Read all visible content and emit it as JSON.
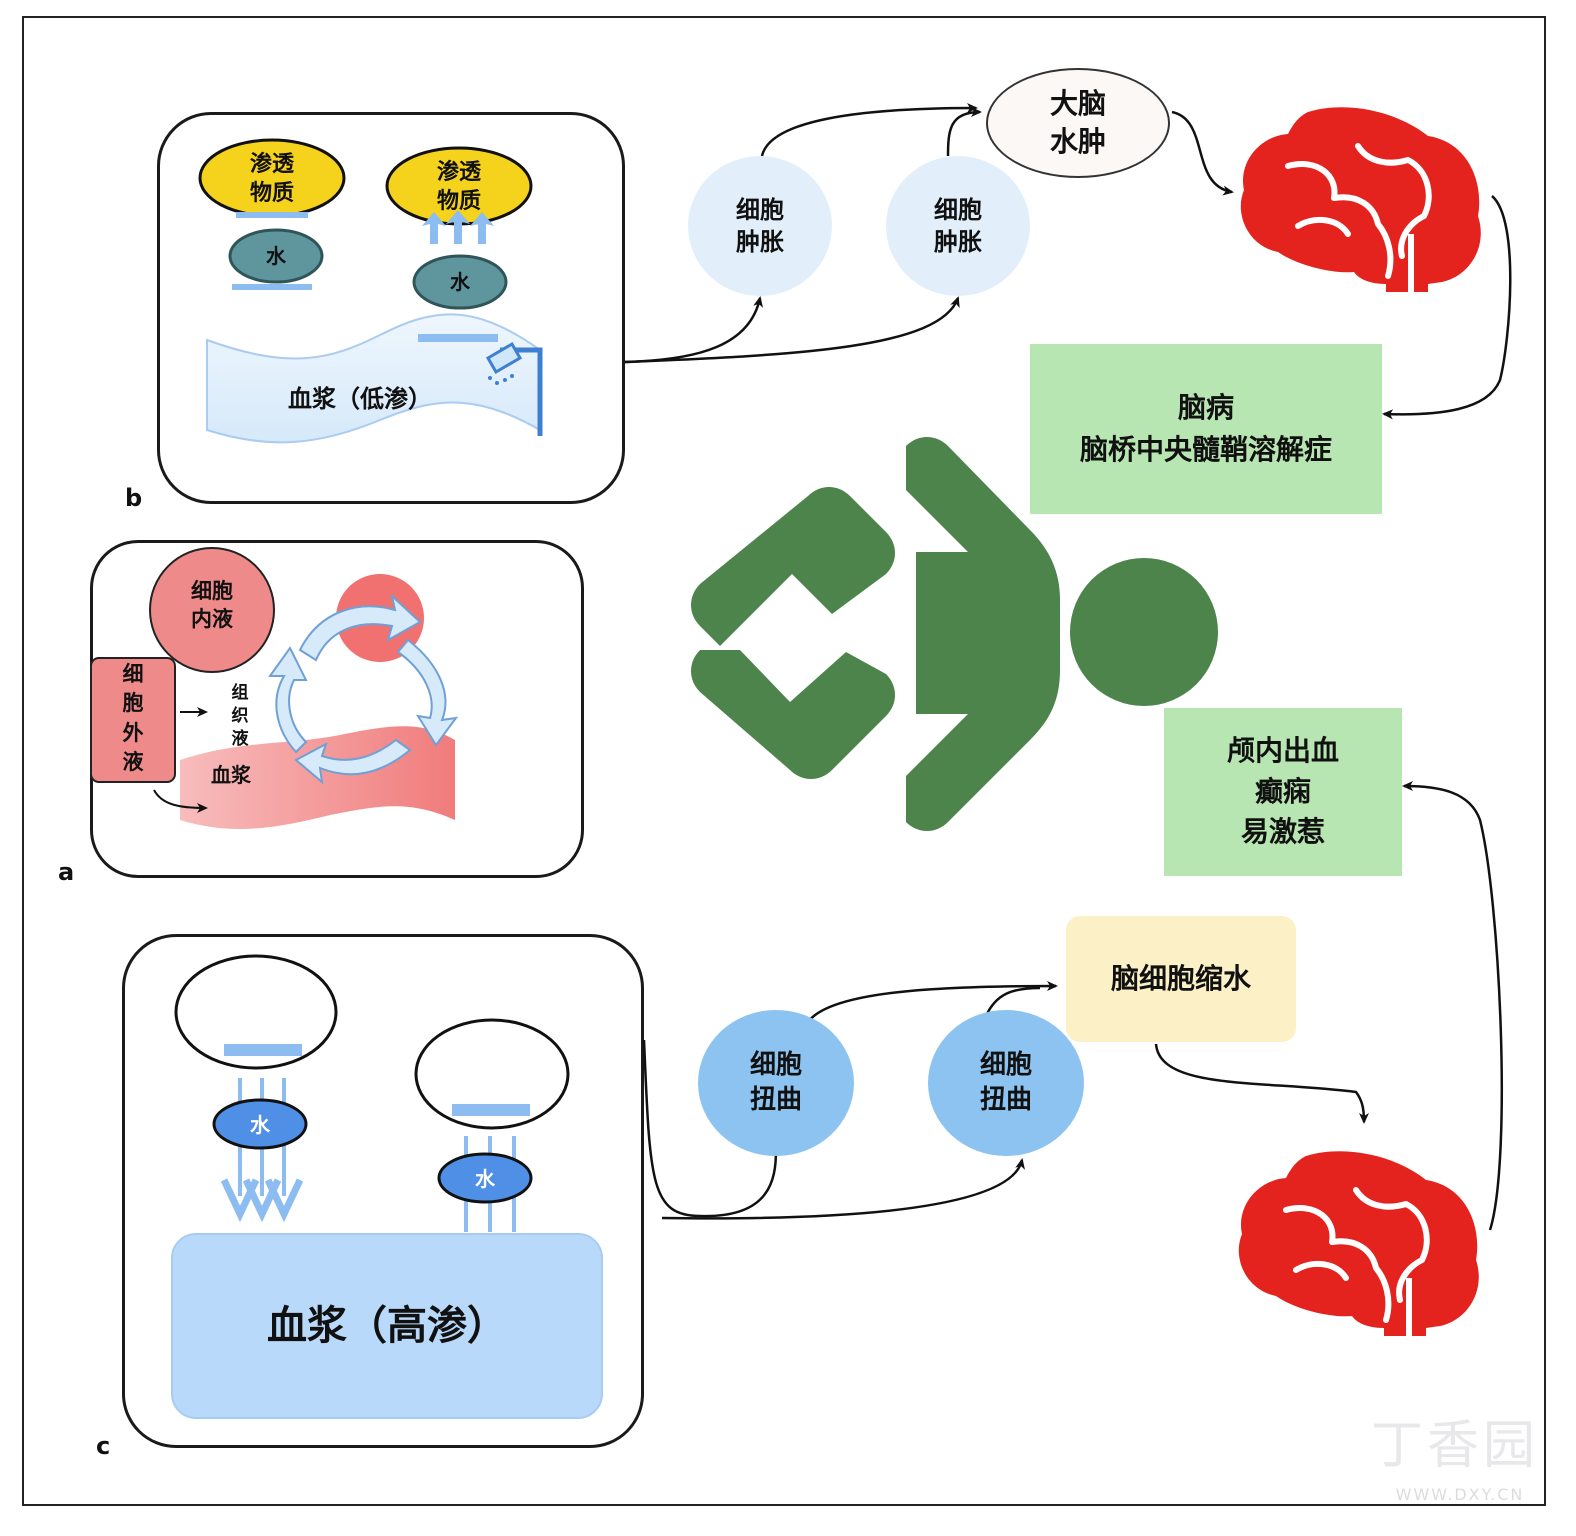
{
  "panel_b": {
    "label": "b",
    "osmotic_1": "渗透\n物质",
    "osmotic_2": "渗透\n物质",
    "water_1": "水",
    "water_2": "水",
    "plasma": "血浆（低渗）"
  },
  "panel_a": {
    "label": "a",
    "intracellular": "细胞\n内液",
    "extracellular": "细\n胞\n外\n液",
    "interstitial": "组\n织\n液",
    "plasma": "血浆"
  },
  "panel_c": {
    "label": "c",
    "water_1": "水",
    "water_2": "水",
    "plasma": "血浆（高渗）"
  },
  "flow_top": {
    "swelling_1": "细胞\n肿胀",
    "swelling_2": "细胞\n肿胀",
    "edema": "大脑\n水肿",
    "outcome": "脑病\n脑桥中央髓鞘溶解症"
  },
  "flow_bottom": {
    "distort_1": "细胞\n扭曲",
    "distort_2": "细胞\n扭曲",
    "shrink": "脑细胞缩水",
    "outcome": "颅内出血\n癫痫\n易激惹"
  },
  "watermark": {
    "brand": "丁香园",
    "url": "WWW.DXY.CN"
  },
  "colors": {
    "yellow": "#f5d21b",
    "teal": "#5f959d",
    "light_blue": "#e2effb",
    "mid_blue": "#8dc3f0",
    "plasma_blue": "#b9d9fb",
    "red_brain": "#e4231e",
    "green_box": "#b8e6b2",
    "green_icon": "#3d7a3d",
    "pink": "#ef8a8a",
    "cream": "#fbf0c6"
  }
}
